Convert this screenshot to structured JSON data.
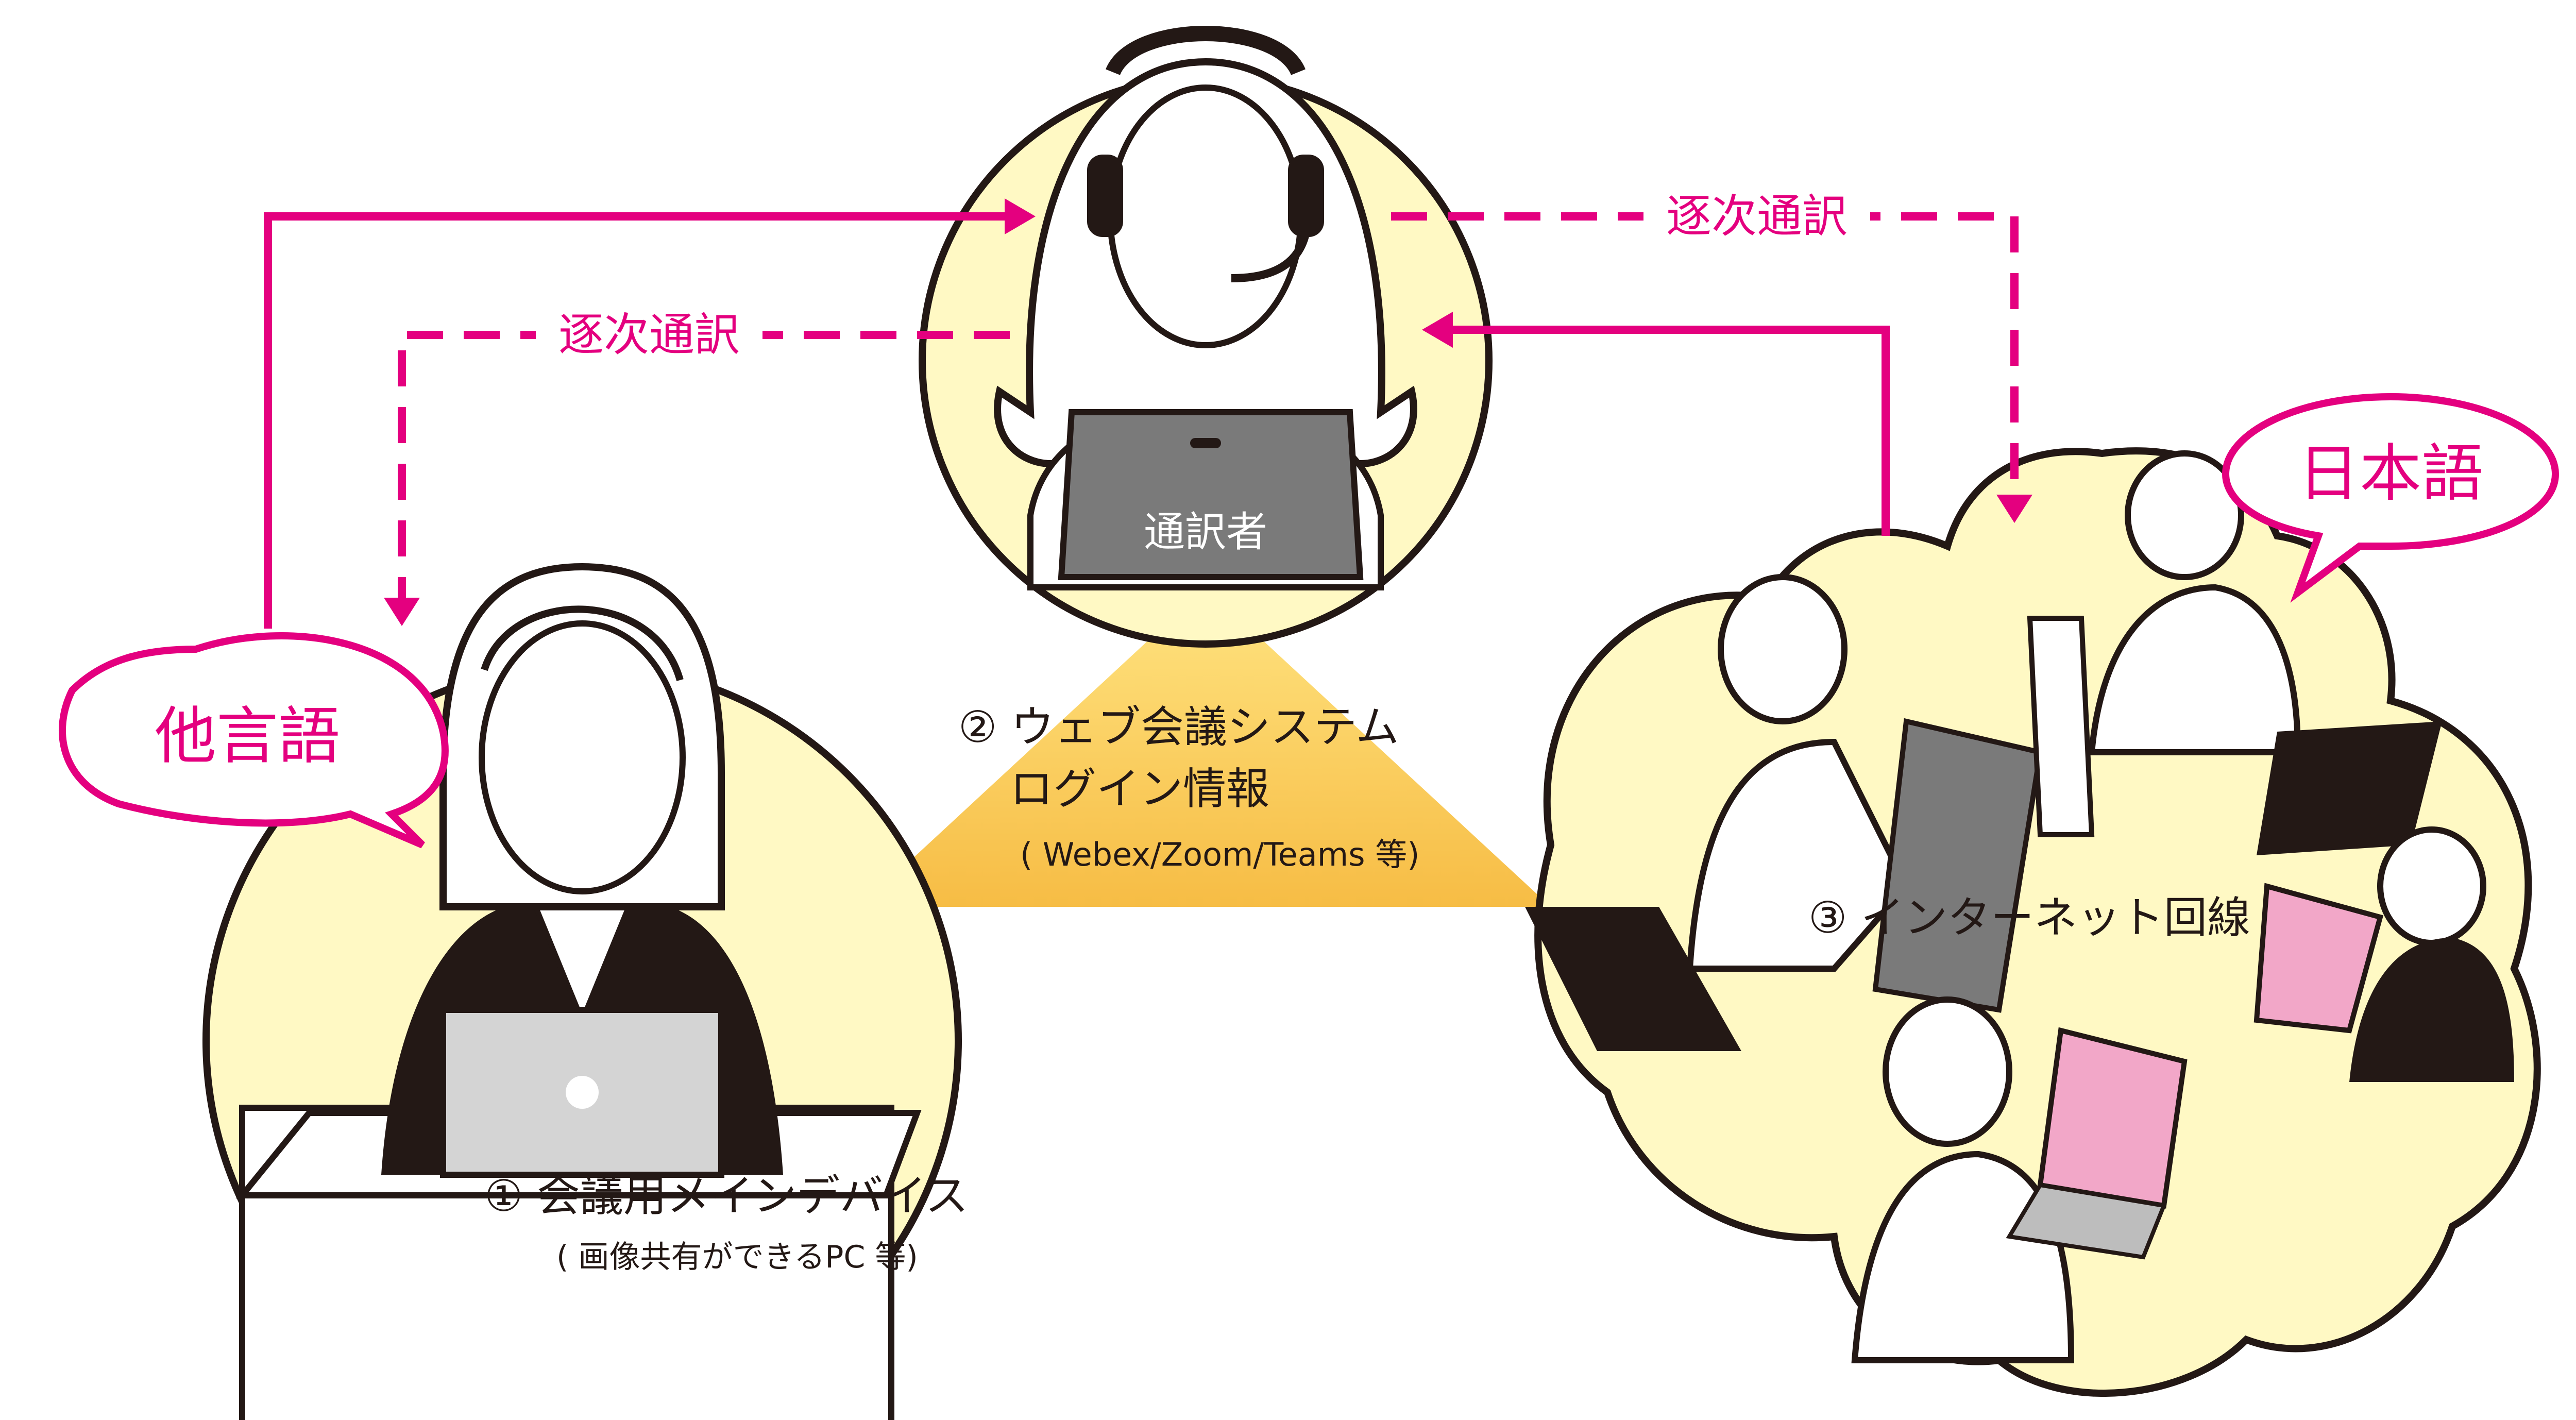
{
  "labels": {
    "interpreter": "通訳者",
    "consecutive_left": "逐次通訳",
    "consecutive_right": "逐次通訳",
    "other_language": "他言語",
    "japanese": "日本語",
    "item1_line1": "① 会議用メインデバイス",
    "item1_line2": "( 画像共有ができるPC 等)",
    "item2_line1": "② ウェブ会議システム",
    "item2_line2": "ログイン情報",
    "item2_line3": "( Webex/Zoom/Teams 等)",
    "item3": "③ インターネット回線"
  },
  "colors": {
    "accent": "#e4007f",
    "circle_fill": "#fff9c4",
    "beam": "#f8c53d",
    "outline": "#231815",
    "laptop_gray": "#bdbdbd",
    "laptop_pink": "#f2a7c8"
  }
}
